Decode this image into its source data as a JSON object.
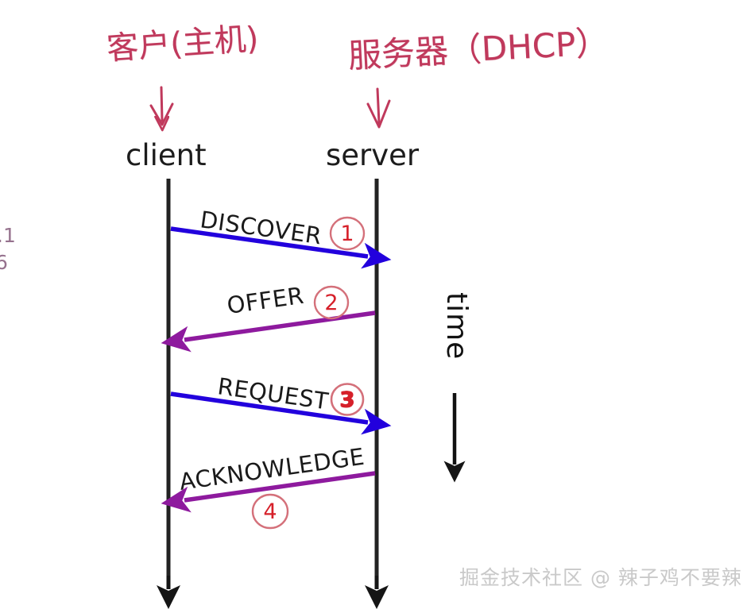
{
  "diagram": {
    "title_handwritten_left": "客户(主机)",
    "title_handwritten_right": "服务器（DHCP）",
    "actors": [
      {
        "name": "client",
        "label": "client"
      },
      {
        "name": "server",
        "label": "server"
      }
    ],
    "time_axis_label": "time",
    "messages": [
      {
        "label": "DISCOVER",
        "number": "1",
        "direction": "client-to-server",
        "color": "#2200dd"
      },
      {
        "label": "OFFER",
        "number": "2",
        "direction": "server-to-client",
        "color": "#8e1a9e"
      },
      {
        "label": "REQUEST",
        "number": "3",
        "direction": "client-to-server",
        "color": "#2200dd"
      },
      {
        "label": "ACKNOWLEDGE",
        "number": "4",
        "direction": "server-to-client",
        "color": "#8e1a9e"
      }
    ],
    "edge_fragments": [
      ".1",
      "6"
    ],
    "watermark": "掘金技术社区 @ 辣子鸡不要辣",
    "colors": {
      "blue": "#2200dd",
      "purple": "#8e1a9e",
      "red_annotation": "#c0395c",
      "circle_number": "#d6202a",
      "lifeline": "#222222",
      "background": "#ffffff"
    }
  }
}
